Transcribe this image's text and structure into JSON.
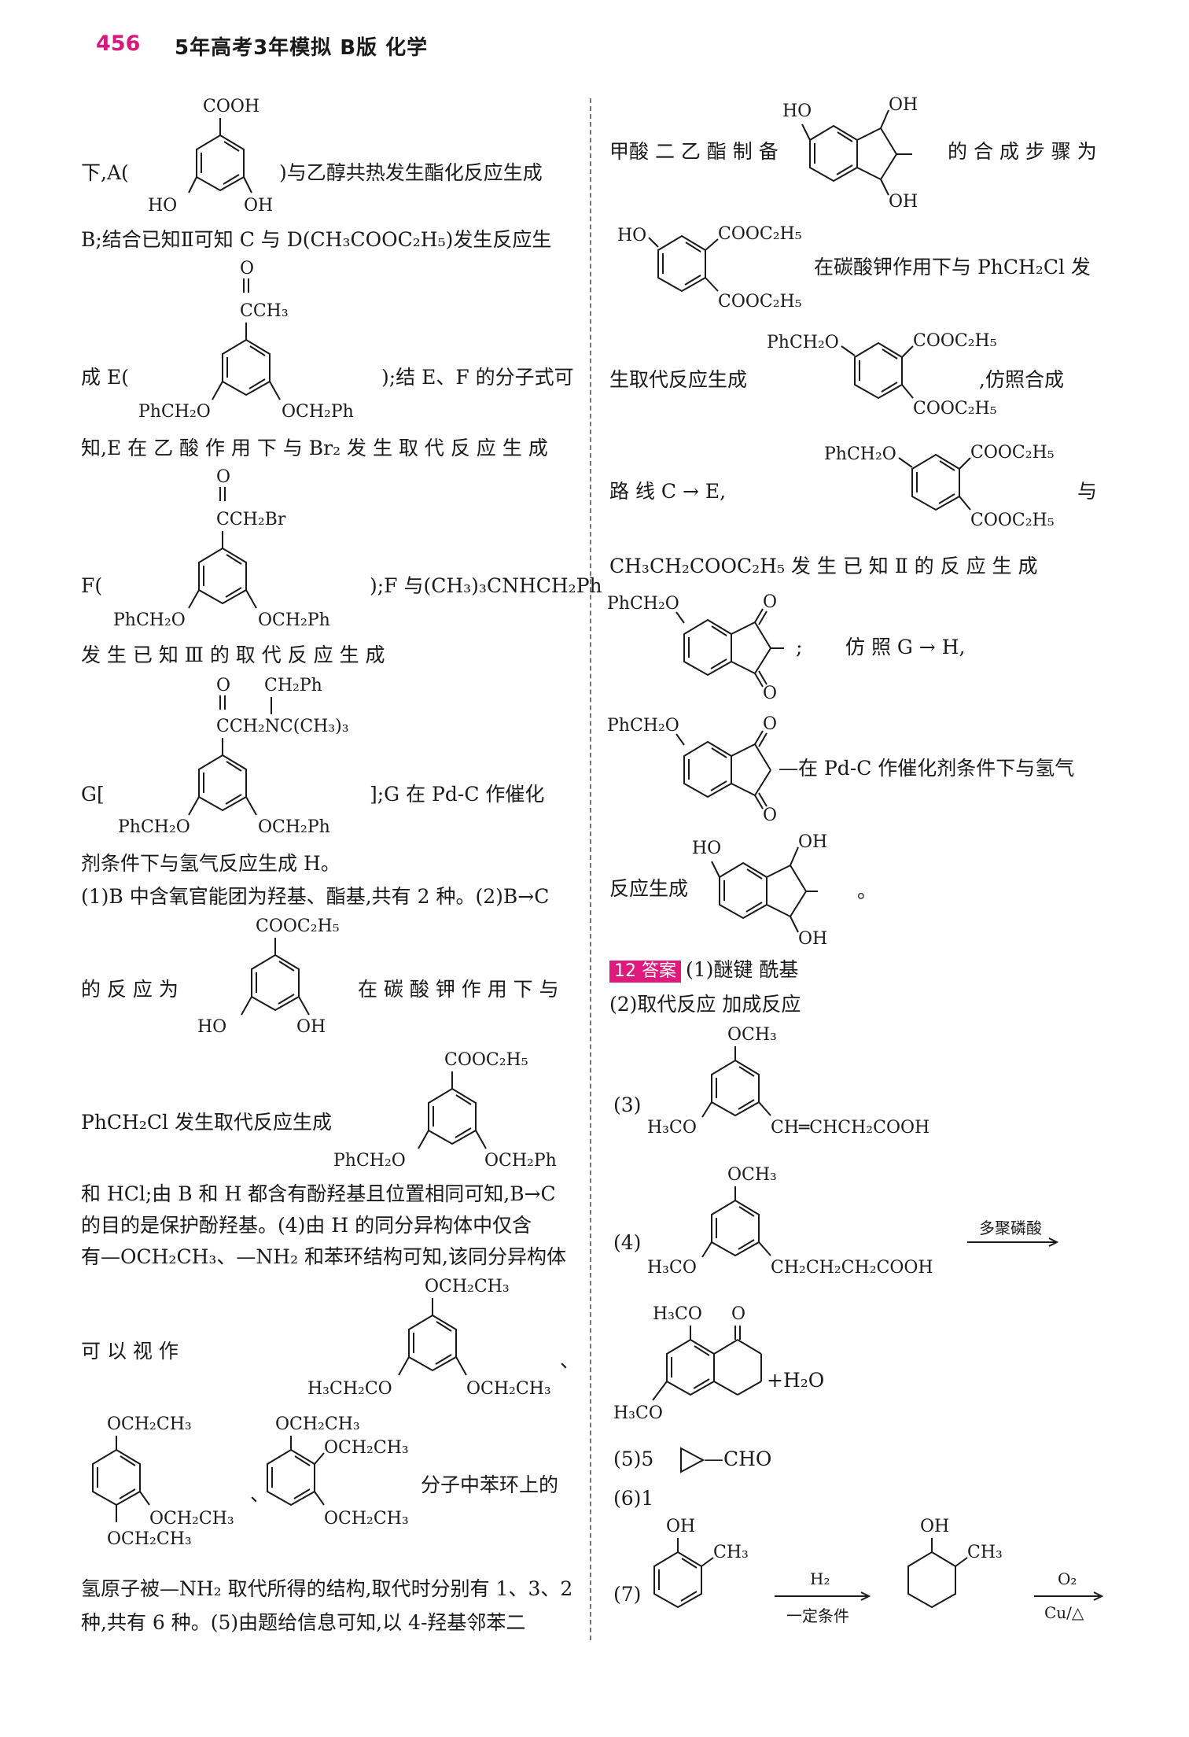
{
  "header": {
    "page_number": "456",
    "book_title": "5年高考3年模拟  B版  化学"
  },
  "left": {
    "l1": "下,A(",
    "l1b": ")与乙醇共热发生酯化反应生成",
    "l2": "B;结合已知Ⅱ可知 C 与 D(CH₃COOC₂H₅)发生反应生",
    "l3a": "成 E(",
    "l3b": ");结 E、F 的分子式可",
    "l4": "知,E 在 乙 酸 作 用 下 与  Br₂  发 生 取 代 反 应 生 成",
    "l5a": "F(",
    "l5b": ");F 与(CH₃)₃CNHCH₂Ph",
    "l6": "发 生 已 知 Ⅲ 的 取 代 反 应 生 成",
    "l7a": "G[",
    "l7b": "];G 在 Pd-C 作催化",
    "l8": "剂条件下与氢气反应生成 H。",
    "l9": "(1)B 中含氧官能团为羟基、酯基,共有 2 种。(2)B→C",
    "l10a": "的 反 应 为",
    "l10b": "在 碳 酸 钾 作 用 下 与",
    "l11": "PhCH₂Cl 发生取代反应生成",
    "l12": "和 HCl;由 B 和 H 都含有酚羟基且位置相同可知,B→C",
    "l13": "的目的是保护酚羟基。(4)由 H 的同分异构体中仅含",
    "l14": "有—OCH₂CH₃、—NH₂ 和苯环结构可知,该同分异构体",
    "l15": "可    以    视    作",
    "l15b": "、",
    "l16a": "、",
    "l16b": "分子中苯环上的",
    "l17": "氢原子被—NH₂ 取代所得的结构,取代时分别有 1、3、2",
    "l18": "种,共有 6 种。(5)由题给信息可知,以 4-羟基邻苯二"
  },
  "right": {
    "r1a": "甲酸 二 乙 酯 制 备",
    "r1b": "的 合 成 步 骤 为",
    "r2": "在碳酸钾作用下与 PhCH₂Cl 发",
    "r3a": "生取代反应生成",
    "r3b": ",仿照合成",
    "r4a": "路  线   C  →  E,",
    "r4b": "与",
    "r5": "CH₃CH₂COOC₂H₅  发  生  已  知  Ⅱ  的  反  应  生  成",
    "r6a": ";",
    "r6b": "仿    照    G    →    H,",
    "r7": "—在 Pd-C 作催化剂条件下与氢气",
    "r8a": "反应生成",
    "r8b": "。",
    "ans_badge": "12 答案",
    "a1": "(1)醚键  酰基",
    "a2": "(2)取代反应  加成反应",
    "a3": "(3)",
    "a4": "(4)",
    "a4_arrow": "多聚磷酸",
    "a4_h2o": "+H₂O",
    "a5": "(5)5",
    "a5_cho": "—CHO",
    "a6": "(6)1",
    "a7": "(7)",
    "a7_arrow1_top": "H₂",
    "a7_arrow1_bot": "一定条件",
    "a7_arrow2_top": "O₂",
    "a7_arrow2_bot": "Cu/△"
  },
  "mol_labels": {
    "COOH": "COOH",
    "HO": "HO",
    "OH": "OH",
    "O": "O",
    "CCH3": "CCH₃",
    "PhCH2O": "PhCH₂O",
    "OCH2Ph": "OCH₂Ph",
    "CCH2Br": "CCH₂Br",
    "CH2Ph": "CH₂Ph",
    "CCH2NCCH3": "CCH₂NC(CH₃)₃",
    "COOC2H5": "COOC₂H₅",
    "OCH2CH3": "OCH₂CH₃",
    "H3CH2CO": "H₃CH₂CO",
    "OCH3": "OCH₃",
    "H3CO": "H₃CO",
    "CH_CHCH2COOH": "CH═CHCH₂COOH",
    "CH2CH2CH2COOH": "CH₂CH₂CH₂COOH",
    "CH3": "CH₃"
  }
}
